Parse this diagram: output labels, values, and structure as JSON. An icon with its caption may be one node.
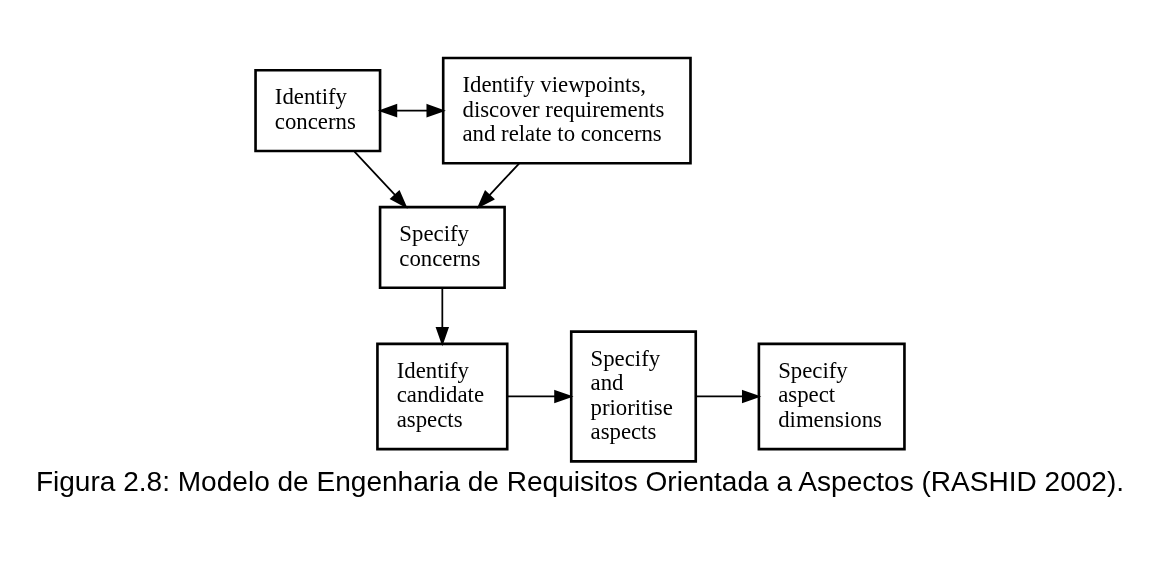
{
  "diagram": {
    "caption": "Figura 2.8: Modelo de Engenharia de Requisitos Orientada a Aspectos (RASHID 2002).",
    "nodes": [
      {
        "text": [
          "Identify concerns"
        ]
      },
      {
        "text": [
          "Identify viewpoints, discover requirements and relate to concerns"
        ]
      },
      {
        "text": [
          "Specify concerns"
        ]
      },
      {
        "text": [
          "Identify candidate aspects"
        ]
      },
      {
        "text": [
          "Specify and prioritise aspects"
        ]
      },
      {
        "text": [
          "Specify aspect dimensions"
        ]
      }
    ],
    "edges": [
      {
        "from": 0,
        "to": 1,
        "arrow": "both"
      },
      {
        "from": 1,
        "to": 2,
        "arrow": "to"
      },
      {
        "from": 0,
        "to": 2,
        "arrow": "to"
      },
      {
        "from": 2,
        "to": 3,
        "arrow": "to"
      },
      {
        "from": 3,
        "to": 4,
        "arrow": "to"
      },
      {
        "from": 4,
        "to": 5,
        "arrow": "to"
      }
    ]
  }
}
